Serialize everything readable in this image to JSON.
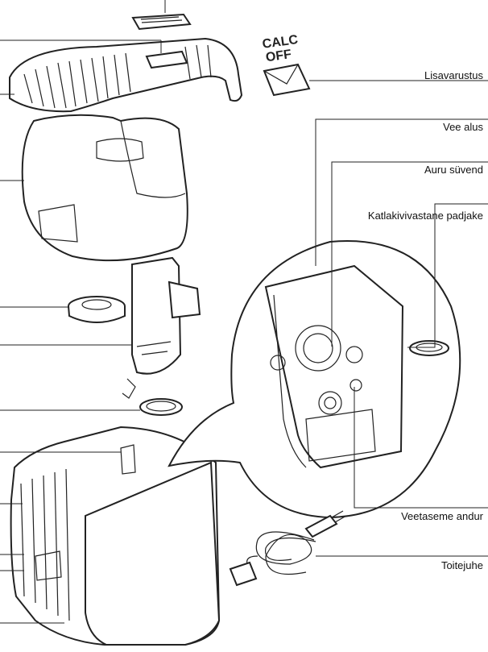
{
  "labels": {
    "accessories": "Lisavarustus",
    "water_base": "Vee alus",
    "steam_recess": "Auru süvend",
    "descaling_pad": "Katlakivivastane padjake",
    "water_level_sensor": "Veetaseme andur",
    "power_cord": "Toitejuhe"
  },
  "accessory_pack_text": [
    "CALC",
    "OFF"
  ]
}
